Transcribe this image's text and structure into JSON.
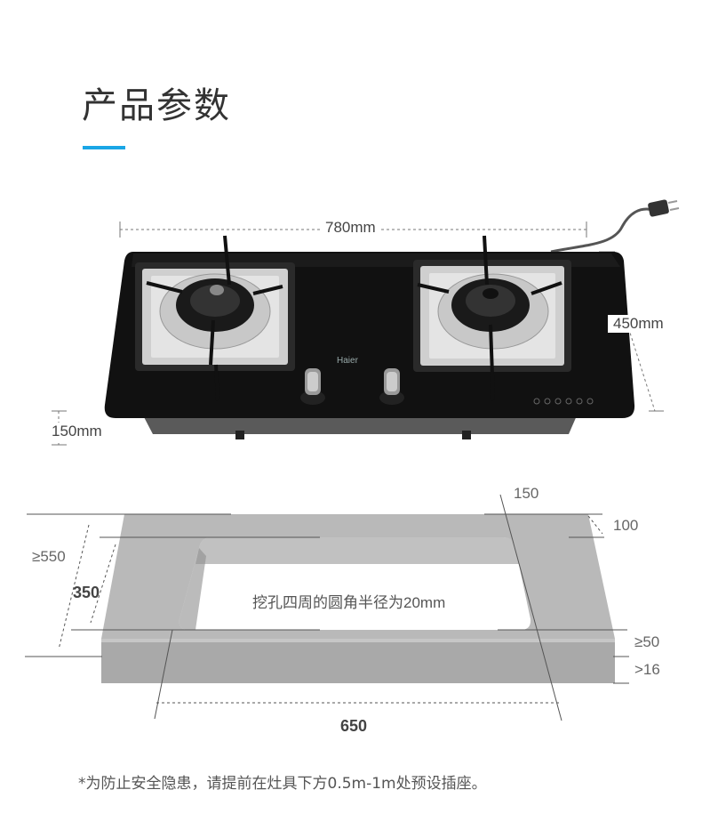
{
  "header": {
    "title": "产品参数",
    "accent_color": "#1aa6e6"
  },
  "product": {
    "brand": "Haier",
    "width_label": "780mm",
    "depth_label": "450mm",
    "height_label": "150mm"
  },
  "cutout": {
    "top_margin_right": "150",
    "side_margin": "100",
    "depth_min": "≥550",
    "cutout_depth": "350",
    "inner_text": "挖孔四周的圆角半径为20mm",
    "front_margin": "≥50",
    "thickness": ">16",
    "cutout_width": "650",
    "colors": {
      "slab": "#b5b5b5",
      "slab_edge": "#8c8c8c"
    }
  },
  "footer": {
    "note": "*为防止安全隐患，请提前在灶具下方0.5m-1m处预设插座。"
  }
}
